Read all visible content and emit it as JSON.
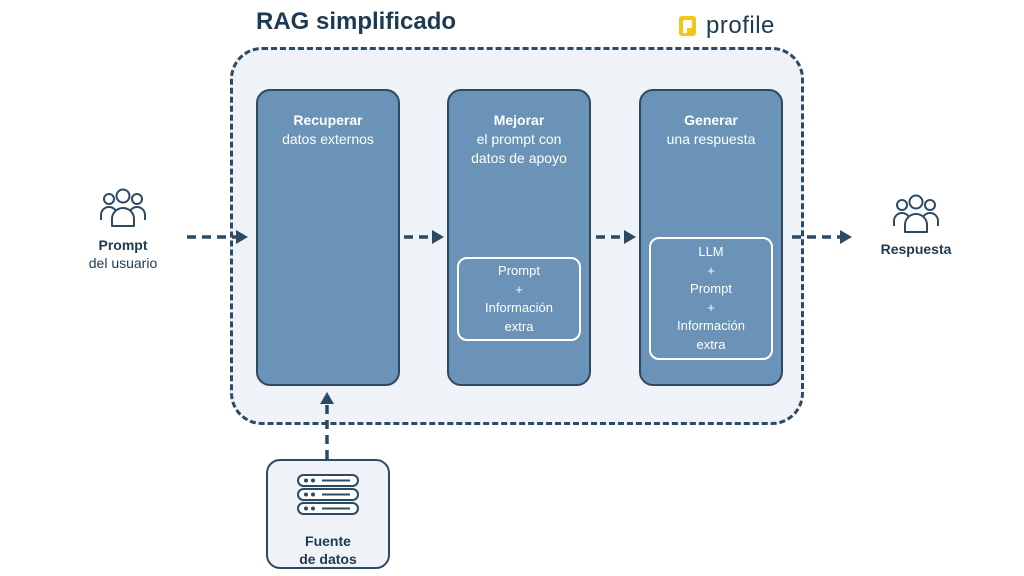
{
  "title": "RAG simplificado",
  "logo": {
    "text": "profile",
    "icon": "profile-logo-icon",
    "accent": "#f5c518"
  },
  "colors": {
    "stage_fill": "#6a93b7",
    "stroke": "#2d4a63",
    "container_fill": "#eff3f7",
    "text": "#1e3a52"
  },
  "input": {
    "icon": "users-icon",
    "label_bold": "Prompt",
    "label": "del usuario"
  },
  "output": {
    "icon": "users-icon",
    "label_bold": "Respuesta"
  },
  "stages": [
    {
      "title": "Recuperar",
      "lines": [
        "datos externos"
      ]
    },
    {
      "title": "Mejorar",
      "lines": [
        "el prompt con",
        "datos de apoyo"
      ],
      "inner": [
        "Prompt",
        "+",
        "Información",
        "extra"
      ]
    },
    {
      "title": "Generar",
      "lines": [
        "una respuesta"
      ],
      "inner": [
        "LLM",
        "+",
        "Prompt",
        "+",
        "Información",
        "extra"
      ]
    }
  ],
  "source": {
    "icon": "database-server-icon",
    "lines": [
      "Fuente",
      "de datos"
    ]
  }
}
